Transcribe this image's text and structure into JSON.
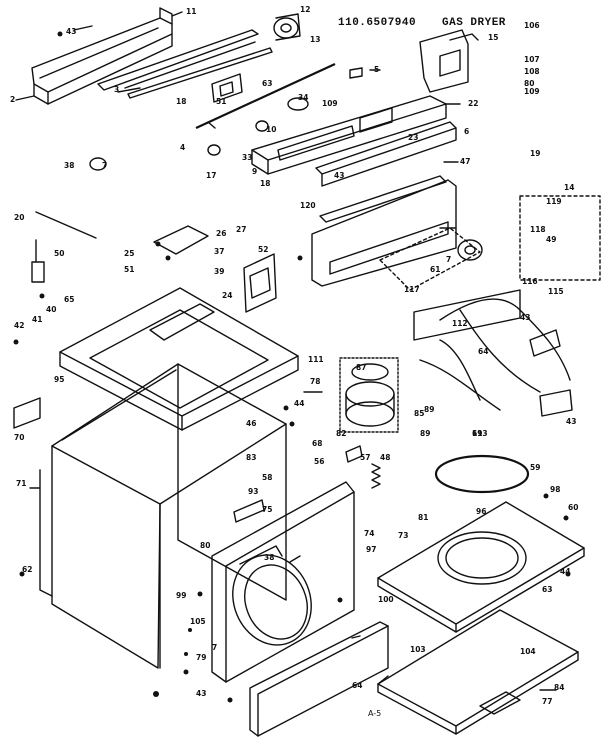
{
  "header": {
    "model_number": "110.6507940",
    "title": "GAS DRYER"
  },
  "footer": {
    "page_label": "A-5"
  },
  "callouts": [
    "43",
    "11",
    "12",
    "2",
    "13",
    "15",
    "106",
    "3",
    "18",
    "51",
    "5",
    "22",
    "63",
    "107",
    "108",
    "80",
    "109",
    "34",
    "109",
    "38",
    "7",
    "33",
    "10",
    "6",
    "4",
    "17",
    "9",
    "18",
    "23",
    "47",
    "19",
    "43",
    "14",
    "20",
    "120",
    "119",
    "118",
    "49",
    "26",
    "50",
    "37",
    "51",
    "39",
    "25",
    "7",
    "27",
    "52",
    "24",
    "61",
    "117",
    "116",
    "115",
    "43",
    "42",
    "41",
    "40",
    "65",
    "111",
    "112",
    "64",
    "95",
    "78",
    "87",
    "89",
    "113",
    "43",
    "85",
    "89",
    "69",
    "44",
    "46",
    "70",
    "68",
    "83",
    "82",
    "48",
    "71",
    "56",
    "57",
    "58",
    "93",
    "59",
    "75",
    "96",
    "98",
    "60",
    "80",
    "81",
    "73",
    "74",
    "97",
    "44",
    "62",
    "38",
    "99",
    "100",
    "63",
    "105",
    "79",
    "7",
    "103",
    "104",
    "84",
    "77",
    "43",
    "64"
  ]
}
